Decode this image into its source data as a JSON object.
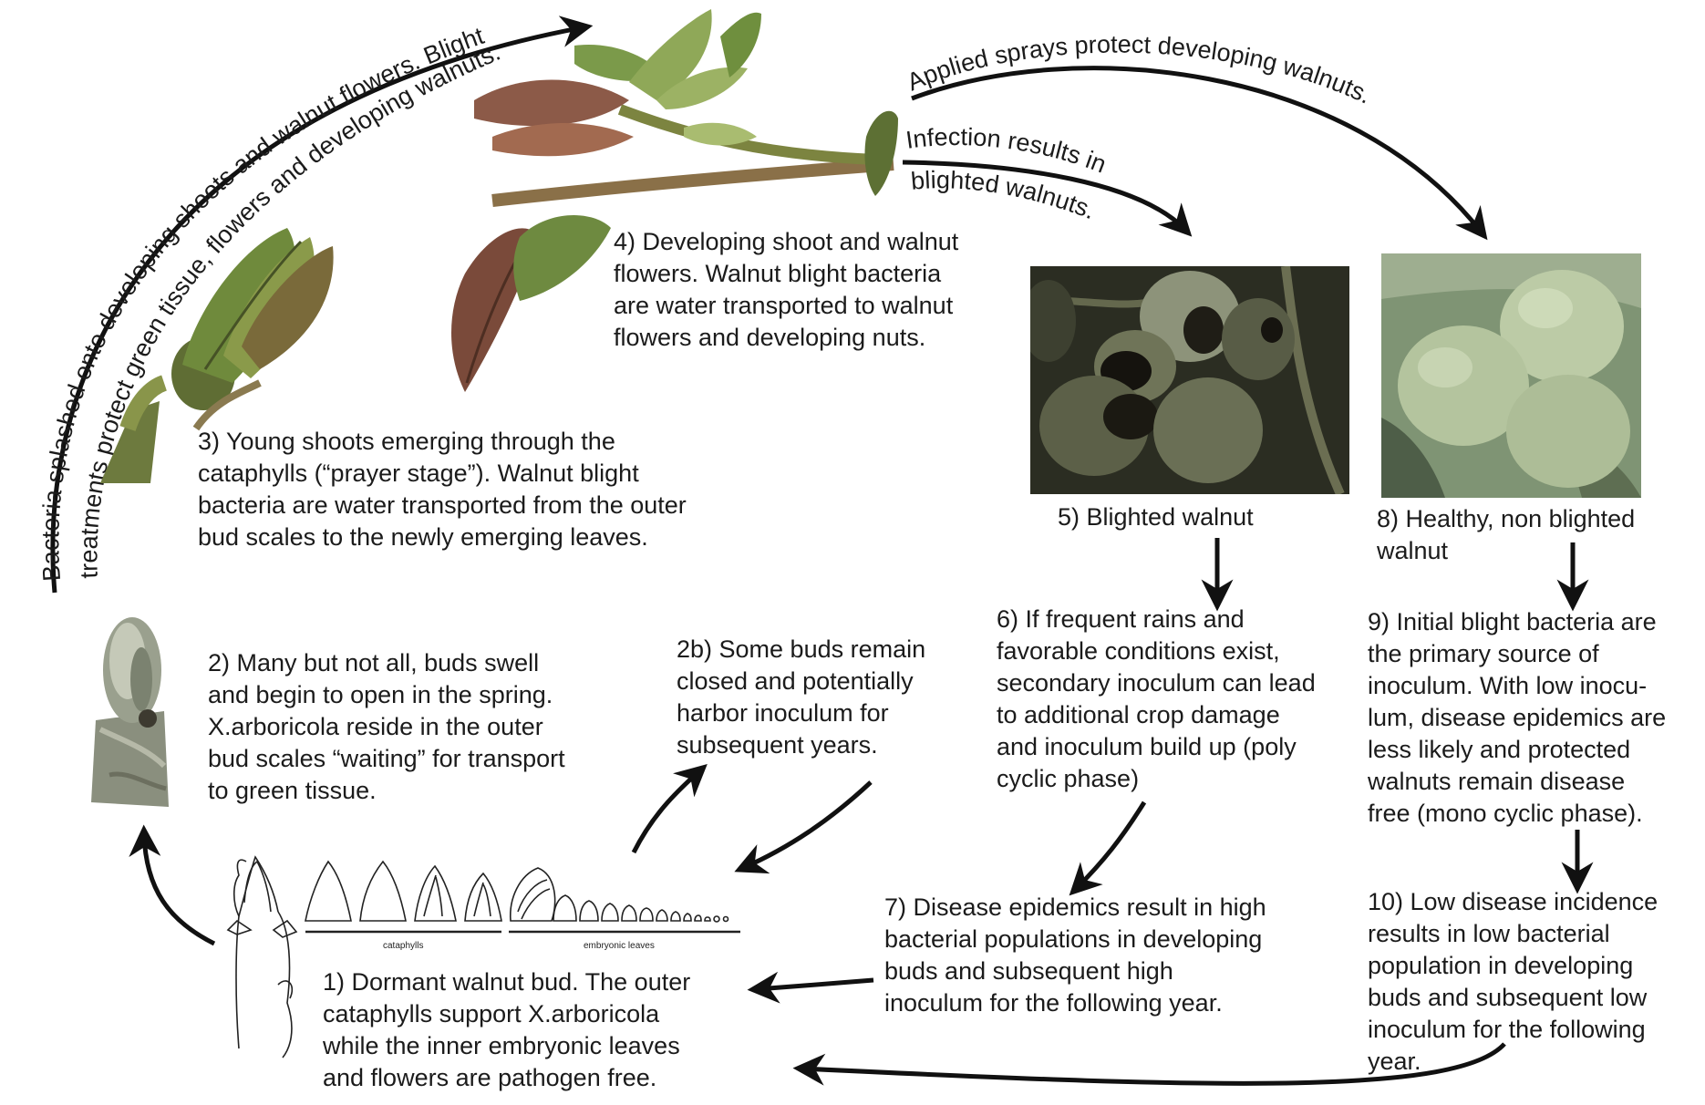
{
  "captions": {
    "c1": "1) Dormant walnut bud. The outer\ncataphylls support X.arboricola\nwhile the inner embryonic leaves\nand flowers are pathogen free.",
    "c2": "2) Many but not all, buds swell\nand begin to open in the spring.\nX.arboricola reside in the outer\nbud scales “waiting” for transport\nto green tissue.",
    "c2b": "2b) Some buds remain\nclosed and potentially\nharbor inoculum for\nsubsequent years.",
    "c3": "3) Young shoots emerging through the\ncataphylls (“prayer stage”). Walnut blight\nbacteria are water transported from the outer\nbud scales to the newly emerging leaves.",
    "c4": "4) Developing shoot and walnut\nflowers. Walnut blight bacteria\nare water transported to walnut\nflowers and developing nuts.",
    "c5": "5) Blighted walnut",
    "c6": "6) If frequent rains and\nfavorable conditions exist,\nsecondary inoculum can lead\nto additional crop damage\nand inoculum build up (poly\ncyclic phase)",
    "c7": "7) Disease epidemics result in high\nbacterial populations in developing\nbuds and subsequent high\ninoculum for the following year.",
    "c8": "8) Healthy, non blighted\nwalnut",
    "c9": "9) Initial blight bacteria are\nthe primary source of\ninoculum. With low inocu-\nlum, disease epidemics are\nless likely and protected\nwalnuts remain disease\nfree (mono cyclic phase).",
    "c10": "10) Low disease incidence\nresults in low bacterial\npopulation in developing\nbuds and subsequent low\ninoculum for the following\nyear."
  },
  "arrow_labels": {
    "outer_arc": "Bacteria splashed onto developing shoots and walnut flowers. Blight",
    "inner_arc": "treatments protect green tissue, flowers and  developing walnuts.",
    "sprays": "Applied sprays protect developing walnuts.",
    "infection_1": "Infection results in",
    "infection_2": "blighted walnuts."
  },
  "bud_diagram_labels": {
    "cataphylls": "cataphylls",
    "embryonic": "embryonic leaves"
  },
  "colors": {
    "background": "#ffffff",
    "text": "#1b1b1b",
    "arrow": "#111111",
    "leaf_green": "#6f8a3c",
    "leaf_red": "#7a4a3a",
    "healthy_nut": "#b9c9a4",
    "blighted_nut": "#5c6048"
  }
}
